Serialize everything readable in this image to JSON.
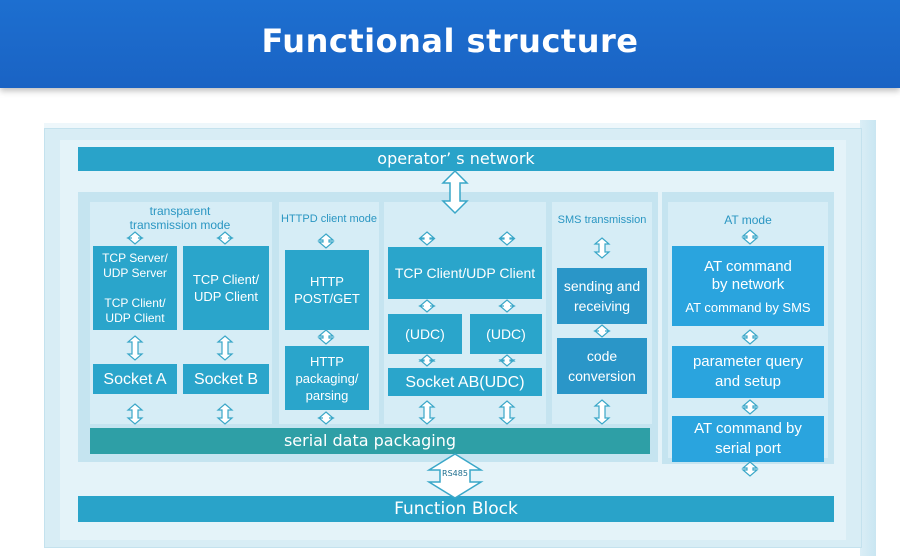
{
  "header": {
    "title": "Functional structure"
  },
  "network": {
    "label": "operator’ s network"
  },
  "sections": {
    "transparent": {
      "label": "transparent\ntransmission mode",
      "box_a": "TCP Server/\nUDP Server\n\nTCP Client/\nUDP Client",
      "box_b": "TCP Client/\nUDP Client",
      "socket_a": "Socket A",
      "socket_b": "Socket B"
    },
    "httpd": {
      "label": "HTTPD client mode",
      "box1": "HTTP\nPOST/GET",
      "box2": "HTTP\npackaging/\nparsing"
    },
    "udc": {
      "box1": "TCP Client/UDP Client",
      "udc_left": "(UDC)",
      "udc_right": "(UDC)",
      "socket": "Socket AB(UDC)"
    },
    "sms": {
      "label": "SMS transmission",
      "box1": "sending and\nreceiving",
      "box2": "code\nconversion"
    },
    "at": {
      "label": "AT mode",
      "box1_line1": "AT command\nby network",
      "box1_line2": "AT command by SMS",
      "box2": "parameter query\nand setup",
      "box3": "AT command by\nserial port"
    }
  },
  "serial": {
    "label": "serial data packaging"
  },
  "rs485": {
    "label": "RS485"
  },
  "function_block": {
    "label": "Function Block"
  },
  "colors": {
    "banner": "#1d6fd0",
    "bar": "#29a3c9",
    "box": "#2aa5cb",
    "at_box": "#2aa4de",
    "serial_bar": "#2e9fa6"
  }
}
